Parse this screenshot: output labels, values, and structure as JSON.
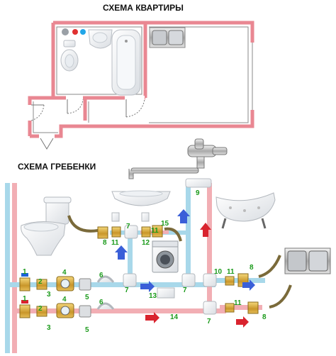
{
  "titles": {
    "apartment": "СХЕМА  КВАРТИРЫ",
    "manifold": "СХЕМА  ГРЕБЕНКИ"
  },
  "colors": {
    "wall": "#e98792",
    "cold_pipe": "#a8d8ea",
    "hot_pipe": "#f2aeb4",
    "flow_arrow_blue": "#3a5fd8",
    "flow_arrow_red": "#d9232e",
    "label_green": "#1a9a1a"
  },
  "labels": {
    "n1a": "1",
    "n2a": "2",
    "n3a": "3",
    "n4a": "4",
    "n5a": "5",
    "n6a": "6",
    "n7a": "7",
    "n7b": "7",
    "n7c": "7",
    "n7d": "7",
    "n8a": "8",
    "n8b": "8",
    "n8c": "8",
    "n9": "9",
    "n10": "10",
    "n11a": "11",
    "n11b": "11",
    "n11c": "11",
    "n11d": "11",
    "n12": "12",
    "n13": "13",
    "n14": "14",
    "n15": "15",
    "n1b": "1",
    "n2b": "2",
    "n3b": "3",
    "n4b": "4",
    "n5b": "5",
    "n6b": "6"
  },
  "icons": [
    "toilet-icon",
    "sink-icon",
    "bathtub-icon",
    "kitchen-sink-icon",
    "washing-machine-icon",
    "faucet-icon",
    "valve-icon",
    "water-meter-icon",
    "filter-icon",
    "flow-arrow-icon"
  ]
}
